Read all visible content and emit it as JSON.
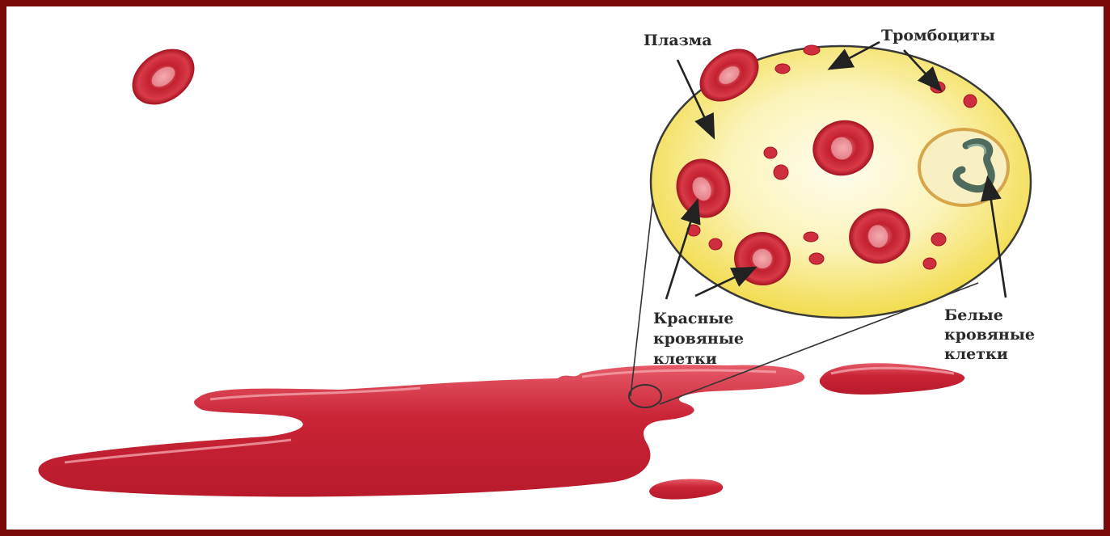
{
  "labels": {
    "plasma": "Плазма",
    "platelets": "Тромбоциты",
    "red_cells": [
      "Красные",
      "кровяные",
      "клетки"
    ],
    "white_cells": [
      "Белые",
      "кровяные",
      "клетки"
    ]
  },
  "colors": {
    "frame": "#7a0a0a",
    "blood": "#c8283c",
    "plasma": "#f4e36a",
    "cell": "#d3303f"
  }
}
